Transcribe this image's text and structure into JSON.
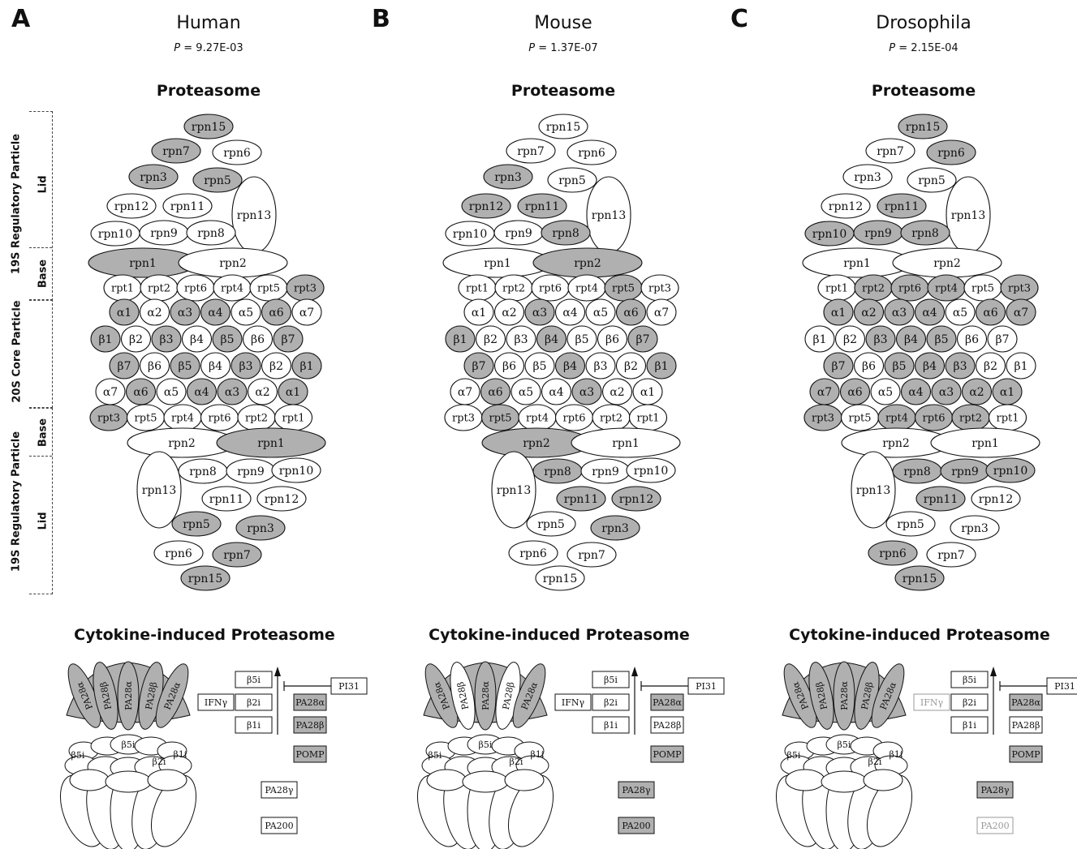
{
  "panels": [
    {
      "letter": "A",
      "species": "Human",
      "p_prefix": "P",
      "p_value": "= 9.27E-03",
      "proteasome_title": "Proteasome",
      "cytokine_title": "Cytokine-induced Proteasome",
      "filled": {
        "lid_top": [
          "rpn15",
          "rpn7",
          "rpn3",
          "rpn5"
        ],
        "base_top": [
          "rpn1"
        ],
        "rpt_top": [
          "rpt3"
        ],
        "a_top": [
          "α1",
          "α3",
          "α4",
          "α6"
        ],
        "b_top": [
          "β1",
          "β3",
          "β5",
          "β7"
        ],
        "b_bot": [
          "β7",
          "β5",
          "β3",
          "β1"
        ],
        "a_bot": [
          "α6",
          "α4",
          "α3",
          "α1"
        ],
        "rpt_bot": [
          "rpt3"
        ],
        "base_bot": [
          "rpn1"
        ],
        "lid_bot": [
          "rpn5",
          "rpn3",
          "rpn7",
          "rpn15"
        ]
      },
      "cyto_filled": {
        "cap": [
          "PA28α",
          "PA28β",
          "PA28α",
          "PA28β",
          "PA28α"
        ],
        "boxes": [
          "PA28α",
          "PA28β",
          "POMP"
        ]
      },
      "faded": []
    },
    {
      "letter": "B",
      "species": "Mouse",
      "p_prefix": "P",
      "p_value": "= 1.37E-07",
      "proteasome_title": "Proteasome",
      "cytokine_title": "Cytokine-induced Proteasome",
      "filled": {
        "lid_top": [
          "rpn3",
          "rpn12",
          "rpn11",
          "rpn8"
        ],
        "base_top": [
          "rpn2"
        ],
        "rpt_top": [
          "rpt5"
        ],
        "a_top": [
          "α3",
          "α6"
        ],
        "b_top": [
          "β1",
          "β4",
          "β7"
        ],
        "b_bot": [
          "β7",
          "β4",
          "β1"
        ],
        "a_bot": [
          "α6",
          "α3"
        ],
        "rpt_bot": [
          "rpt5"
        ],
        "base_bot": [
          "rpn2"
        ],
        "lid_bot": [
          "rpn8",
          "rpn11",
          "rpn12",
          "rpn3"
        ]
      },
      "cyto_filled": {
        "cap": [
          "PA28α",
          "PA28α",
          "PA28α"
        ],
        "boxes": [
          "PA28α",
          "POMP",
          "PA28γ",
          "PA200"
        ]
      },
      "faded": []
    },
    {
      "letter": "C",
      "species": "Drosophila",
      "p_prefix": "P",
      "p_value": "= 2.15E-04",
      "proteasome_title": "Proteasome",
      "cytokine_title": "Cytokine-induced Proteasome",
      "filled": {
        "lid_top": [
          "rpn15",
          "rpn6",
          "rpn11",
          "rpn10",
          "rpn9",
          "rpn8"
        ],
        "base_top": [],
        "rpt_top": [
          "rpt2",
          "rpt6",
          "rpt4",
          "rpt3"
        ],
        "a_top": [
          "α1",
          "α2",
          "α3",
          "α4",
          "α6",
          "α7"
        ],
        "b_top": [
          "β3",
          "β4",
          "β5"
        ],
        "b_bot": [
          "β7",
          "β5",
          "β4",
          "β3"
        ],
        "a_bot": [
          "α7",
          "α6",
          "α4",
          "α3",
          "α2",
          "α1"
        ],
        "rpt_bot": [
          "rpt3",
          "rpt4",
          "rpt6",
          "rpt2"
        ],
        "base_bot": [],
        "lid_bot": [
          "rpn8",
          "rpn9",
          "rpn10",
          "rpn11",
          "rpn6",
          "rpn15"
        ]
      },
      "cyto_filled": {
        "cap": [
          "PA28α",
          "PA28β",
          "PA28α",
          "PA28β",
          "PA28α"
        ],
        "boxes": [
          "PA28α",
          "POMP",
          "PA28γ"
        ]
      },
      "faded": [
        "IFNγ",
        "PA200"
      ]
    }
  ],
  "side_labels": {
    "reg_top": "19S Regulatory Particle",
    "lid_top": "Lid",
    "base_top": "Base",
    "core": "20S Core Particle",
    "base_bot": "Base",
    "reg_bot": "19S Regulatory Particle",
    "lid_bot": "Lid"
  },
  "subunits": {
    "lid_top": [
      "rpn15",
      "rpn7",
      "rpn6",
      "rpn3",
      "rpn5",
      "rpn12",
      "rpn11",
      "rpn13",
      "rpn10",
      "rpn9",
      "rpn8"
    ],
    "base": [
      "rpn1",
      "rpn2"
    ],
    "rpt_top": [
      "rpt1",
      "rpt2",
      "rpt6",
      "rpt4",
      "rpt5",
      "rpt3"
    ],
    "rpt_bot": [
      "rpt3",
      "rpt5",
      "rpt4",
      "rpt6",
      "rpt2",
      "rpt1"
    ],
    "a_top": [
      "α1",
      "α2",
      "α3",
      "α4",
      "α5",
      "α6",
      "α7"
    ],
    "b_top": [
      "β1",
      "β2",
      "β3",
      "β4",
      "β5",
      "β6",
      "β7"
    ],
    "b_bot": [
      "β7",
      "β6",
      "β5",
      "β4",
      "β3",
      "β2",
      "β1"
    ],
    "a_bot": [
      "α7",
      "α6",
      "α5",
      "α4",
      "α3",
      "α2",
      "α1"
    ],
    "lid_bot": [
      "rpn13",
      "rpn8",
      "rpn9",
      "rpn10",
      "rpn11",
      "rpn12",
      "rpn5",
      "rpn3",
      "rpn6",
      "rpn7",
      "rpn15"
    ]
  },
  "cytokine": {
    "cap": [
      "PA28α",
      "PA28β",
      "PA28α",
      "PA28β",
      "PA28α"
    ],
    "inner": [
      "β5i",
      "β5i",
      "β2i",
      "β1i"
    ],
    "boxes": [
      "β5i",
      "β2i",
      "β1i",
      "IFNγ",
      "PI31",
      "PA28α",
      "PA28β",
      "POMP",
      "PA28γ",
      "PA200"
    ]
  },
  "colors": {
    "filled": "#b0b0b0",
    "empty": "#ffffff",
    "stroke": "#111111",
    "faded": "#999999"
  }
}
